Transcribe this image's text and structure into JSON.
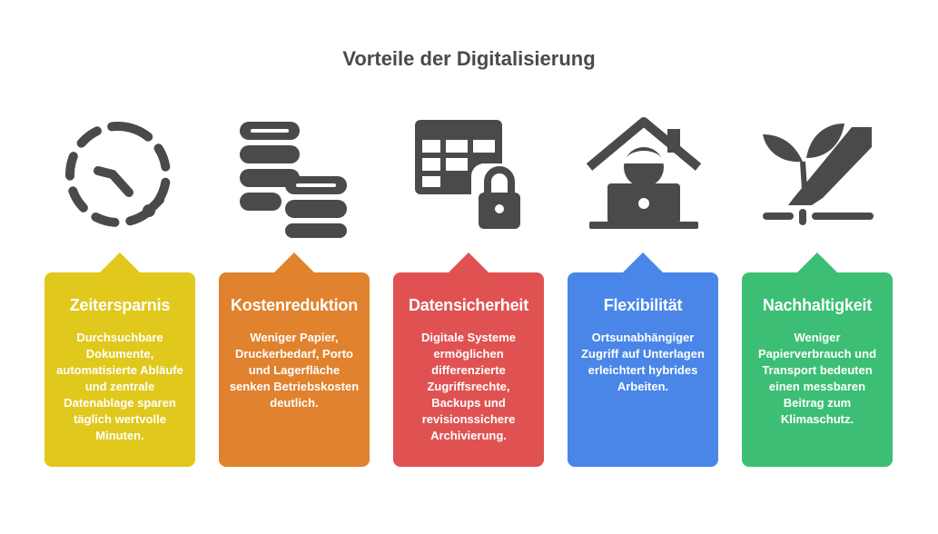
{
  "title": "Vorteile der Digitalisierung",
  "colors": {
    "icon": "#4a4a4a",
    "yellow": "#e0c81c",
    "orange": "#e0822e",
    "red": "#e05252",
    "blue": "#4a86e8",
    "green": "#3cbf74"
  },
  "cards": [
    {
      "title": "Zeitersparnis",
      "text": "Durchsuchbare Dokumente, automatisierte Abläufe und zentrale Datenablage sparen täglich wertvolle Minuten.",
      "icon": "clock-icon"
    },
    {
      "title": "Kostenreduktion",
      "text": "Weniger Papier, Druckerbedarf, Porto und Lagerfläche senken Betriebskosten deutlich.",
      "icon": "coins-icon"
    },
    {
      "title": "Datensicherheit",
      "text": "Digitale Systeme ermöglichen differenzierte Zugriffsrechte, Backups und revisionssichere Archivierung.",
      "icon": "locked-table-icon"
    },
    {
      "title": "Flexibilität",
      "text": "Ortsunabhängiger Zugriff auf Unterlagen erleichtert hybrides Arbeiten.",
      "icon": "home-office-icon"
    },
    {
      "title": "Nachhaltigkeit",
      "text": "Weniger Papierverbrauch und Transport bedeuten einen messbaren Beitrag zum Klimaschutz.",
      "icon": "plant-icon"
    }
  ]
}
